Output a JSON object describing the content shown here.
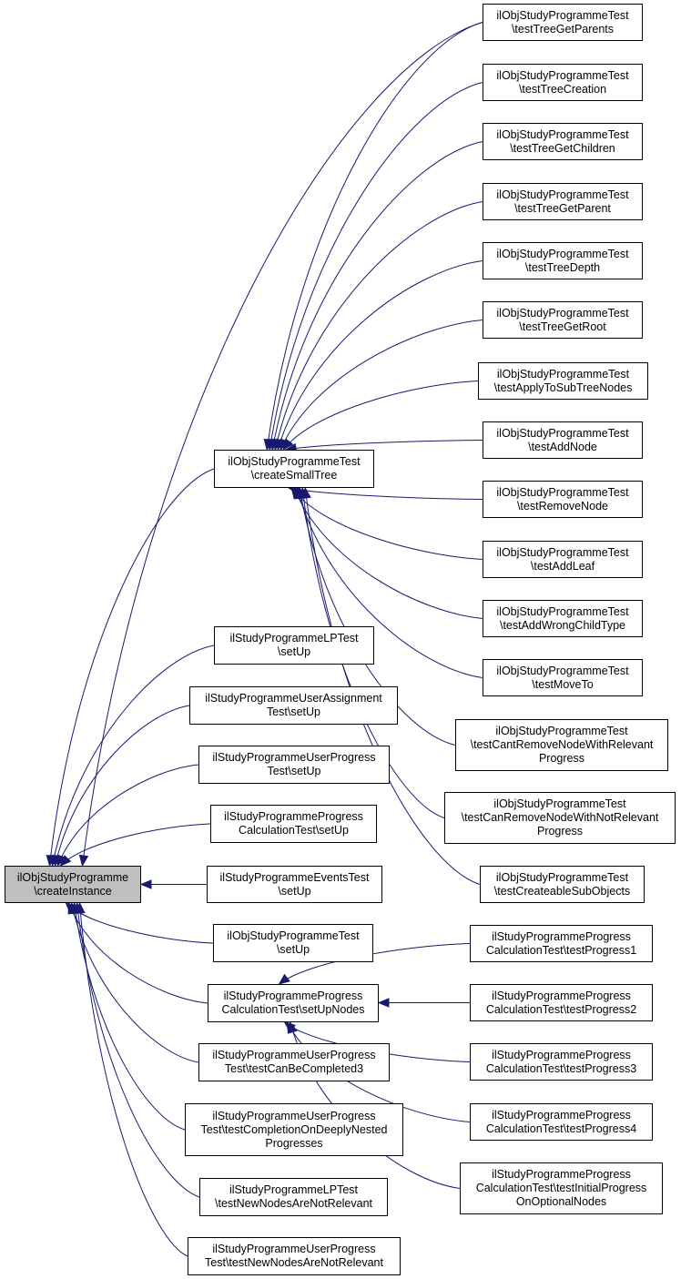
{
  "diagram": {
    "edge_color": "#191970",
    "root_fill": "#bfbfbf",
    "nodes": [
      {
        "id": "root",
        "label": "ilObjStudyProgramme\n\\createInstance",
        "root": true
      },
      {
        "id": "cst",
        "label": "ilObjStudyProgrammeTest\n\\createSmallTree"
      },
      {
        "id": "lpsetup",
        "label": "ilStudyProgrammeLPTest\n\\setUp"
      },
      {
        "id": "uasetup",
        "label": "ilStudyProgrammeUserAssignment\nTest\\setUp"
      },
      {
        "id": "upsetup",
        "label": "ilStudyProgrammeUserProgress\nTest\\setUp"
      },
      {
        "id": "pcsetup",
        "label": "ilStudyProgrammeProgress\nCalculationTest\\setUp"
      },
      {
        "id": "evsetup",
        "label": "ilStudyProgrammeEventsTest\n\\setUp"
      },
      {
        "id": "objsetup",
        "label": "ilObjStudyProgrammeTest\n\\setUp"
      },
      {
        "id": "setupnodes",
        "label": "ilStudyProgrammeProgress\nCalculationTest\\setUpNodes"
      },
      {
        "id": "cbc3",
        "label": "ilStudyProgrammeUserProgress\nTest\\testCanBeCompleted3"
      },
      {
        "id": "codnp",
        "label": "ilStudyProgrammeUserProgress\nTest\\testCompletionOnDeeplyNested\nProgresses"
      },
      {
        "id": "lpnnr",
        "label": "ilStudyProgrammeLPTest\n\\testNewNodesAreNotRelevant"
      },
      {
        "id": "upnnr",
        "label": "ilStudyProgrammeUserProgress\nTest\\testNewNodesAreNotRelevant"
      },
      {
        "id": "tgparents",
        "label": "ilObjStudyProgrammeTest\n\\testTreeGetParents"
      },
      {
        "id": "tcreation",
        "label": "ilObjStudyProgrammeTest\n\\testTreeCreation"
      },
      {
        "id": "tgchildren",
        "label": "ilObjStudyProgrammeTest\n\\testTreeGetChildren"
      },
      {
        "id": "tgparent",
        "label": "ilObjStudyProgrammeTest\n\\testTreeGetParent"
      },
      {
        "id": "tdepth",
        "label": "ilObjStudyProgrammeTest\n\\testTreeDepth"
      },
      {
        "id": "tgroot",
        "label": "ilObjStudyProgrammeTest\n\\testTreeGetRoot"
      },
      {
        "id": "applysub",
        "label": "ilObjStudyProgrammeTest\n\\testApplyToSubTreeNodes"
      },
      {
        "id": "addnode",
        "label": "ilObjStudyProgrammeTest\n\\testAddNode"
      },
      {
        "id": "removenode",
        "label": "ilObjStudyProgrammeTest\n\\testRemoveNode"
      },
      {
        "id": "addleaf",
        "label": "ilObjStudyProgrammeTest\n\\testAddLeaf"
      },
      {
        "id": "addwrong",
        "label": "ilObjStudyProgrammeTest\n\\testAddWrongChildType"
      },
      {
        "id": "moveto",
        "label": "ilObjStudyProgrammeTest\n\\testMoveTo"
      },
      {
        "id": "cantremove",
        "label": "ilObjStudyProgrammeTest\n\\testCantRemoveNodeWithRelevant\nProgress"
      },
      {
        "id": "canremove",
        "label": "ilObjStudyProgrammeTest\n\\testCanRemoveNodeWithNotRelevant\nProgress"
      },
      {
        "id": "createable",
        "label": "ilObjStudyProgrammeTest\n\\testCreateableSubObjects"
      },
      {
        "id": "prog1",
        "label": "ilStudyProgrammeProgress\nCalculationTest\\testProgress1"
      },
      {
        "id": "prog2",
        "label": "ilStudyProgrammeProgress\nCalculationTest\\testProgress2"
      },
      {
        "id": "prog3",
        "label": "ilStudyProgrammeProgress\nCalculationTest\\testProgress3"
      },
      {
        "id": "prog4",
        "label": "ilStudyProgrammeProgress\nCalculationTest\\testProgress4"
      },
      {
        "id": "initprog",
        "label": "ilStudyProgrammeProgress\nCalculationTest\\testInitialProgress\nOnOptionalNodes"
      }
    ],
    "edges": [
      {
        "from": "cst",
        "to": "root"
      },
      {
        "from": "lpsetup",
        "to": "root"
      },
      {
        "from": "uasetup",
        "to": "root"
      },
      {
        "from": "upsetup",
        "to": "root"
      },
      {
        "from": "pcsetup",
        "to": "root"
      },
      {
        "from": "evsetup",
        "to": "root"
      },
      {
        "from": "objsetup",
        "to": "root"
      },
      {
        "from": "setupnodes",
        "to": "root"
      },
      {
        "from": "cbc3",
        "to": "root"
      },
      {
        "from": "codnp",
        "to": "root"
      },
      {
        "from": "lpnnr",
        "to": "root"
      },
      {
        "from": "upnnr",
        "to": "root"
      },
      {
        "from": "tgparents",
        "to": "root"
      },
      {
        "from": "tgparents",
        "to": "cst"
      },
      {
        "from": "tcreation",
        "to": "cst"
      },
      {
        "from": "tgchildren",
        "to": "cst"
      },
      {
        "from": "tgparent",
        "to": "cst"
      },
      {
        "from": "tdepth",
        "to": "cst"
      },
      {
        "from": "tgroot",
        "to": "cst"
      },
      {
        "from": "applysub",
        "to": "cst"
      },
      {
        "from": "addnode",
        "to": "cst"
      },
      {
        "from": "removenode",
        "to": "cst"
      },
      {
        "from": "addleaf",
        "to": "cst"
      },
      {
        "from": "addwrong",
        "to": "cst"
      },
      {
        "from": "moveto",
        "to": "cst"
      },
      {
        "from": "cantremove",
        "to": "cst"
      },
      {
        "from": "canremove",
        "to": "cst"
      },
      {
        "from": "createable",
        "to": "cst"
      },
      {
        "from": "prog1",
        "to": "setupnodes"
      },
      {
        "from": "prog2",
        "to": "setupnodes"
      },
      {
        "from": "prog3",
        "to": "setupnodes"
      },
      {
        "from": "prog4",
        "to": "setupnodes"
      },
      {
        "from": "initprog",
        "to": "setupnodes"
      }
    ]
  }
}
